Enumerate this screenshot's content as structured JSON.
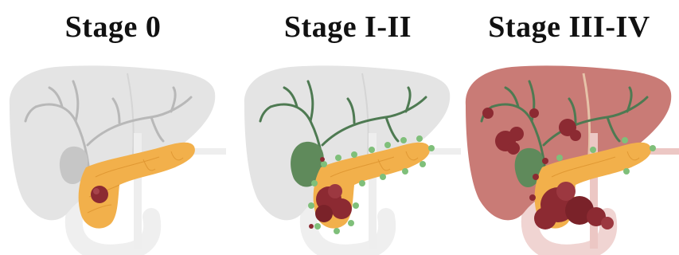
{
  "panels": [
    {
      "title": "Stage 0"
    },
    {
      "title": "Stage I-II"
    },
    {
      "title": "Stage III-IV"
    }
  ],
  "colors": {
    "liver_grey": "#e3e3e3",
    "liver_red": "#c97b76",
    "pancreas": "#f2b04b",
    "bile_duct_green": "#4e7a52",
    "gallbladder_green": "#5f8a5b",
    "tumor": "#8c2a32",
    "metastasis_dot": "#7fbf7a"
  }
}
